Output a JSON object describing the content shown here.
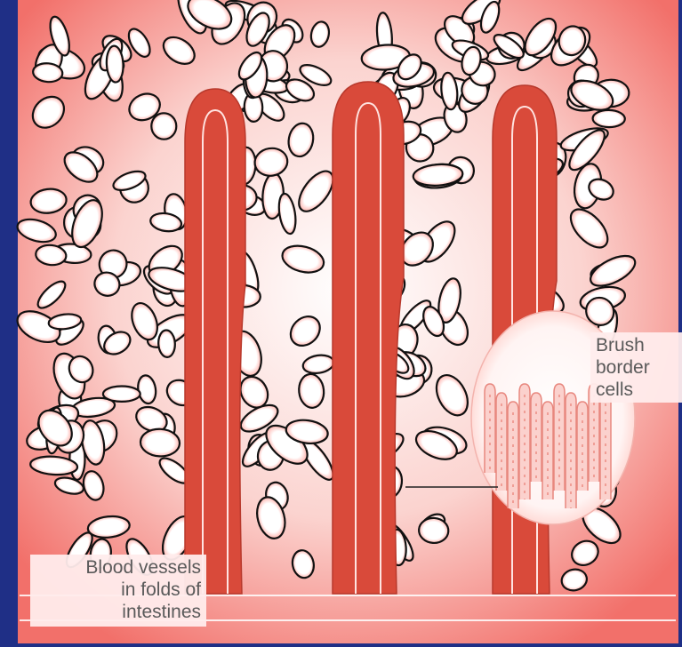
{
  "labels": {
    "brush_border": [
      "Brush",
      "border",
      "cells"
    ],
    "blood_vessels": [
      "Blood vessels",
      "in folds of",
      "intestines"
    ]
  },
  "colors": {
    "background": "#1f2f86",
    "panel": "#f47a72",
    "villus_red": "#d94a3a",
    "outline": "#111111",
    "cell_glow": "#ffffff",
    "label_text": "#5a5a5a"
  }
}
